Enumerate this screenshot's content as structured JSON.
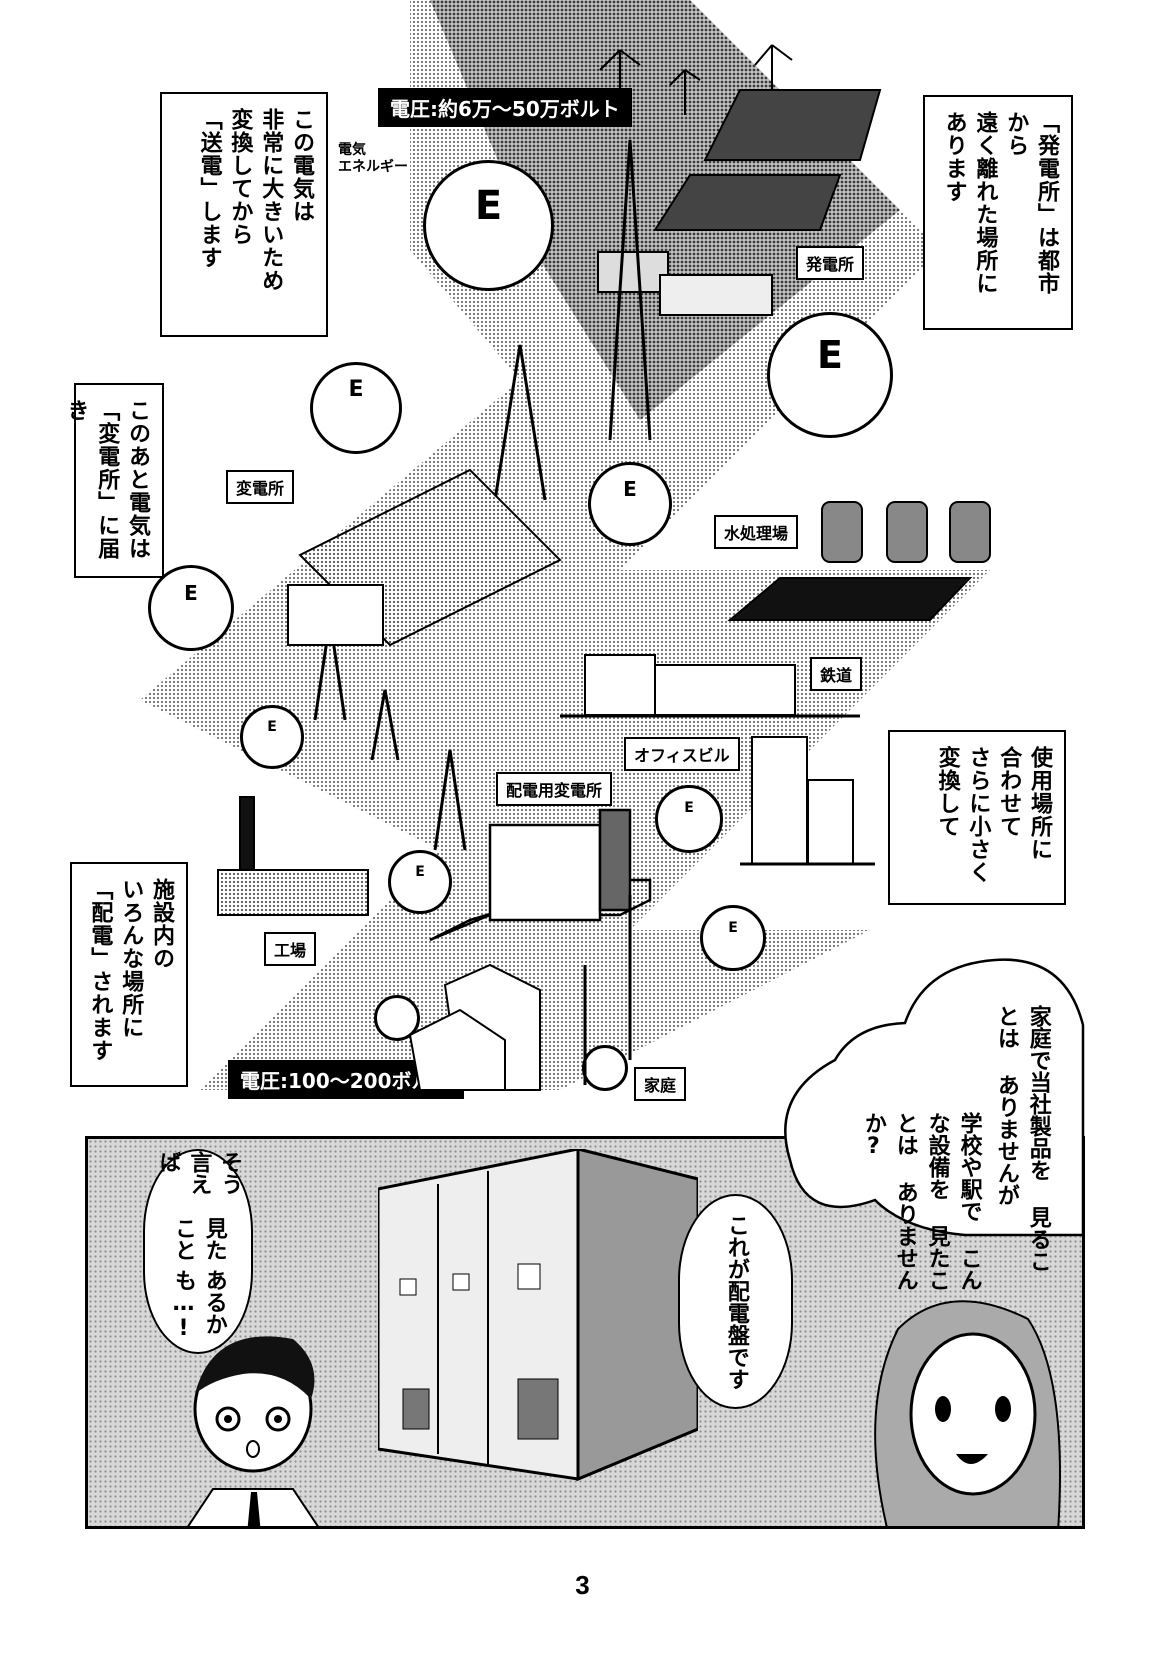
{
  "diagram": {
    "voltage_high": "電圧:約6万〜50万ボルト",
    "voltage_low": "電圧:100〜200ボルト",
    "energy_label": [
      "電気",
      "エネルギー"
    ],
    "energy_character_letter": "E",
    "places": {
      "power_plant": "発電所",
      "substation": "変電所",
      "water_treatment": "水処理場",
      "railway": "鉄道",
      "office_building": "オフィスビル",
      "distribution_substation": "配電用変電所",
      "factory": "工場",
      "home": "家庭"
    },
    "narration": {
      "transmission": [
        "この電気は",
        "非常に大きいため",
        "変換してから",
        "「送電」します"
      ],
      "power_plant_location": [
        "「発電所」は都市から",
        "遠く離れた場所に",
        "あります"
      ],
      "substation": [
        "このあと電気は",
        "「変電所」に届き"
      ],
      "conversion": [
        "使用場所に",
        "合わせて",
        "さらに小さく",
        "変換して"
      ],
      "distribution": [
        "施設内の",
        "いろんな場所に",
        "「配電」されます"
      ]
    }
  },
  "panel": {
    "woman_cloud": {
      "part1": [
        "家庭で当社製品を",
        "見ることは",
        "ありませんが"
      ],
      "part2": [
        "学校や駅で",
        "こんな設備を",
        "見たことは",
        "ありませんか?"
      ]
    },
    "woman_speech": [
      "これが",
      "配電盤です"
    ],
    "boy_speech": [
      "そう言えば",
      "見たこと",
      "あるかも…!"
    ]
  },
  "page_number": "3"
}
